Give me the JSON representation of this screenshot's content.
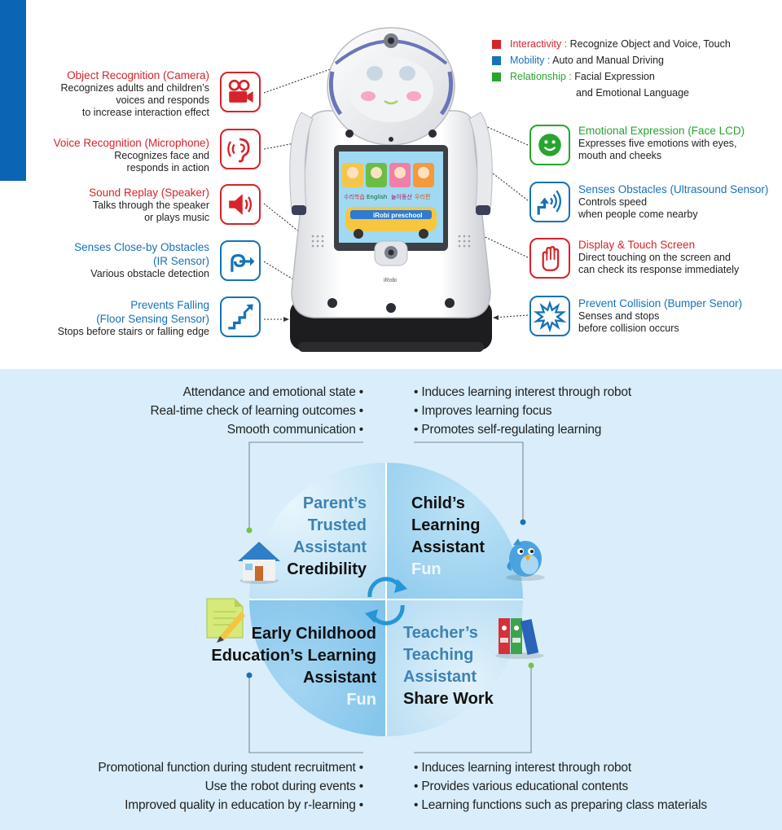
{
  "colors": {
    "red": "#d7232a",
    "blue": "#1672b8",
    "green": "#27a52f",
    "accent": "#0b64b4",
    "panel_bg": "#d9eefa"
  },
  "legend": [
    {
      "label": "Interactivity :",
      "text": "Recognize Object and Voice, Touch",
      "color": "#d7232a"
    },
    {
      "label": "Mobility :",
      "text": "Auto and Manual Driving",
      "color": "#1672b8"
    },
    {
      "label": "Relationship :",
      "text": "Facial Expression",
      "text2": "and Emotional Language",
      "color": "#27a52f"
    }
  ],
  "features_left": [
    {
      "title": [
        "Object Recognition (Camera)"
      ],
      "desc": [
        "Recognizes adults and children’s",
        "voices and responds",
        "to increase interaction effect"
      ],
      "icon": "camera-icon"
    },
    {
      "title": [
        "Voice Recognition (Microphone)"
      ],
      "desc": [
        "Recognizes face and",
        "responds in action"
      ],
      "icon": "ear-icon"
    },
    {
      "title": [
        "Sound Replay (Speaker)"
      ],
      "desc": [
        "Talks through the speaker",
        "or plays music"
      ],
      "icon": "speaker-icon"
    },
    {
      "title": [
        "Senses Close-by Obstacles",
        "(IR Sensor)"
      ],
      "desc": [
        "Various obstacle detection"
      ],
      "icon": "detour-arrow-icon"
    },
    {
      "title": [
        "Prevents Falling",
        "(Floor Sensing Sensor)"
      ],
      "desc": [
        "Stops before stairs or falling edge"
      ],
      "icon": "stairs-icon"
    }
  ],
  "features_right": [
    {
      "title": [
        "Emotional Expression (Face LCD)"
      ],
      "desc": [
        "Expresses five emotions with eyes,",
        "mouth and cheeks"
      ],
      "icon": "smiley-icon"
    },
    {
      "title": [
        "Senses Obstacles (Ultrasound Sensor)"
      ],
      "desc": [
        "Controls speed",
        "when people come nearby"
      ],
      "icon": "ultrasound-icon"
    },
    {
      "title": [
        "Display & Touch Screen"
      ],
      "desc": [
        "Direct touching on the screen and",
        "can check its response immediately"
      ],
      "icon": "hand-icon"
    },
    {
      "title": [
        "Prevent Collision (Bumper Senor)"
      ],
      "desc": [
        "Senses and stops",
        "before collision occurs"
      ],
      "icon": "burst-icon"
    }
  ],
  "robot": {
    "brand": "iRobi",
    "screen_label": "iRobi preschool",
    "screen_tabs": [
      "수리학습",
      "English",
      "놀이동산",
      "우리편"
    ]
  },
  "bullets": {
    "top_left": [
      "Attendance and emotional state",
      "Real-time check of learning outcomes",
      "Smooth communication"
    ],
    "top_right": [
      "Induces learning interest through robot",
      "Improves learning focus",
      "Promotes self-regulating learning"
    ],
    "bottom_left": [
      "Promotional function during student recruitment",
      "Use the robot during events",
      "Improved quality in education by r-learning"
    ],
    "bottom_right": [
      "Induces learning interest through robot",
      "Provides various educational contents",
      "Learning functions such as preparing class materials"
    ]
  },
  "quadrants": {
    "parent": {
      "lines": [
        "Parent’s",
        "Trusted",
        "Assistant"
      ],
      "keyword": "Credibility"
    },
    "child": {
      "lines": [
        "Child’s",
        "Learning",
        "Assistant"
      ],
      "keyword": "Fun"
    },
    "early": {
      "lines": [
        "Early Childhood",
        "Education’s Learning",
        "Assistant"
      ],
      "keyword": "Fun"
    },
    "teacher": {
      "lines": [
        "Teacher’s",
        "Teaching",
        "Assistant"
      ],
      "keyword": "Share Work"
    }
  }
}
